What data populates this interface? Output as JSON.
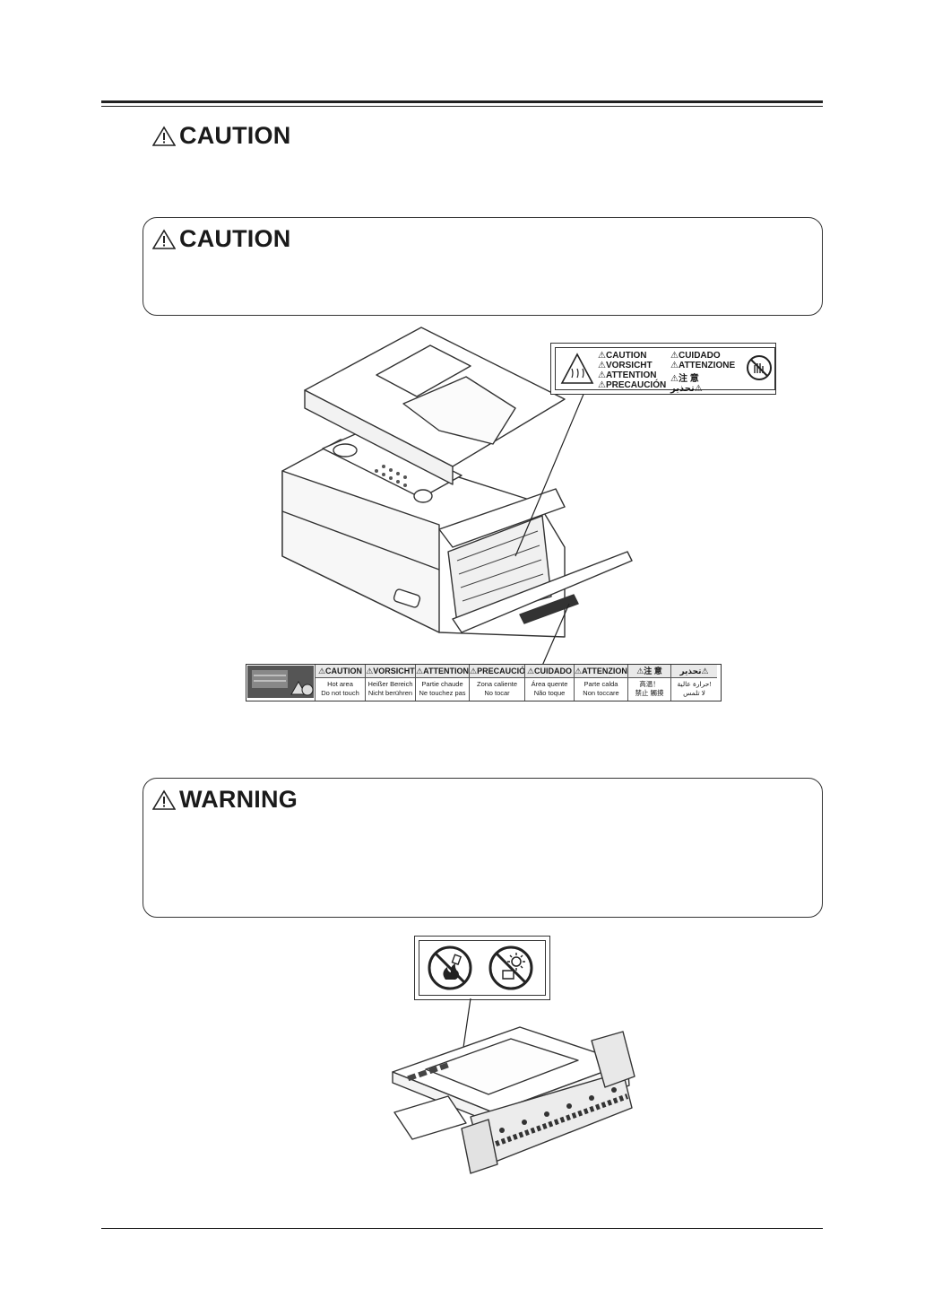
{
  "page": {
    "caution_heading_top": "CAUTION",
    "caution_box_heading": "CAUTION",
    "warning_box_heading": "WARNING"
  },
  "upper_label": {
    "col1": [
      "CAUTION",
      "VORSICHT",
      "ATTENTION",
      "PRECAUCIÓN"
    ],
    "col2": [
      "CUIDADO",
      "ATTENZIONE",
      "注 意",
      "تحذير"
    ]
  },
  "strip_label": {
    "cells": [
      {
        "head": "CAUTION",
        "line1": "Hot area",
        "line2": "Do not touch"
      },
      {
        "head": "VORSICHT",
        "line1": "Heißer Bereich",
        "line2": "Nicht berühren"
      },
      {
        "head": "ATTENTION",
        "line1": "Partie chaude",
        "line2": "Ne touchez pas"
      },
      {
        "head": "PRECAUCIÓN",
        "line1": "Zona caliente",
        "line2": "No tocar"
      },
      {
        "head": "CUIDADO",
        "line1": "Área quente",
        "line2": "Não toque"
      },
      {
        "head": "ATTENZIONE",
        "line1": "Parte calda",
        "line2": "Non toccare"
      },
      {
        "head": "注 意",
        "line1": "高温！",
        "line2": "禁止 觸摸"
      },
      {
        "head": "تحذير",
        "line1": "حرارة عالية!",
        "line2": "لا تلمس"
      }
    ]
  },
  "icons": {
    "warning_triangle": "warning-triangle-icon",
    "hot_surface": "hot-surface-icon",
    "no_touch": "no-touch-icon",
    "no_fire": "no-fire-icon",
    "no_sunlight": "no-sunlight-icon"
  }
}
